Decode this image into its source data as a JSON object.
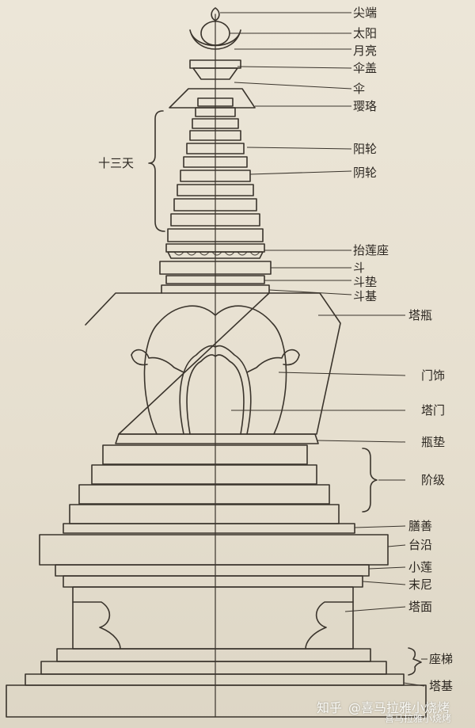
{
  "labels": {
    "jianduan": "尖端",
    "taiyang": "太阳",
    "yueliang": "月亮",
    "sangai": "伞盖",
    "san": "伞",
    "yingluo": "璎珞",
    "shisantian": "十三天",
    "yanglun": "阳轮",
    "yinlun": "阴轮",
    "tailianzuo": "抬莲座",
    "dou": "斗",
    "doudian": "斗垫",
    "douji": "斗基",
    "taping": "塔瓶",
    "menshi": "门饰",
    "tamen": "塔门",
    "pingdian": "瓶垫",
    "jieji": "阶级",
    "shanshan": "膳善",
    "taiyan": "台沿",
    "xiaolian": "小莲",
    "moni": "末尼",
    "tamian": "塔面",
    "zuoti": "座梯",
    "taji": "塔基"
  },
  "watermark": {
    "site": "知乎",
    "handle": "@喜马拉雅小烧烤",
    "handle2": "喜马拉雅小烧烤"
  }
}
